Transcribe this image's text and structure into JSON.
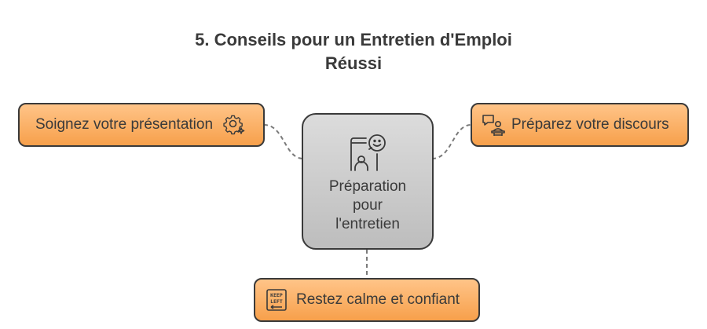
{
  "title": {
    "line1": "5. Conseils pour un Entretien d'Emploi",
    "line2": "Réussi"
  },
  "center": {
    "lines": [
      "Préparation",
      "pour",
      "l'entretien"
    ],
    "icon": "phone-smiley-person-icon"
  },
  "nodes": [
    {
      "id": "presentation",
      "label": "Soignez votre présentation",
      "icon": "gear-sparkle-icon"
    },
    {
      "id": "discours",
      "label": "Préparez votre discours",
      "icon": "speaker-podium-icon"
    },
    {
      "id": "calme",
      "label": "Restez calme et confiant",
      "icon": "keep-left-sign-icon"
    }
  ],
  "colors": {
    "node_fill_top": "#ffc488",
    "node_fill_bottom": "#f7a04b",
    "center_fill_top": "#dcdcdc",
    "center_fill_bottom": "#bdbdbd",
    "outline": "#3a3a3a",
    "connector": "#7a7a7a"
  }
}
